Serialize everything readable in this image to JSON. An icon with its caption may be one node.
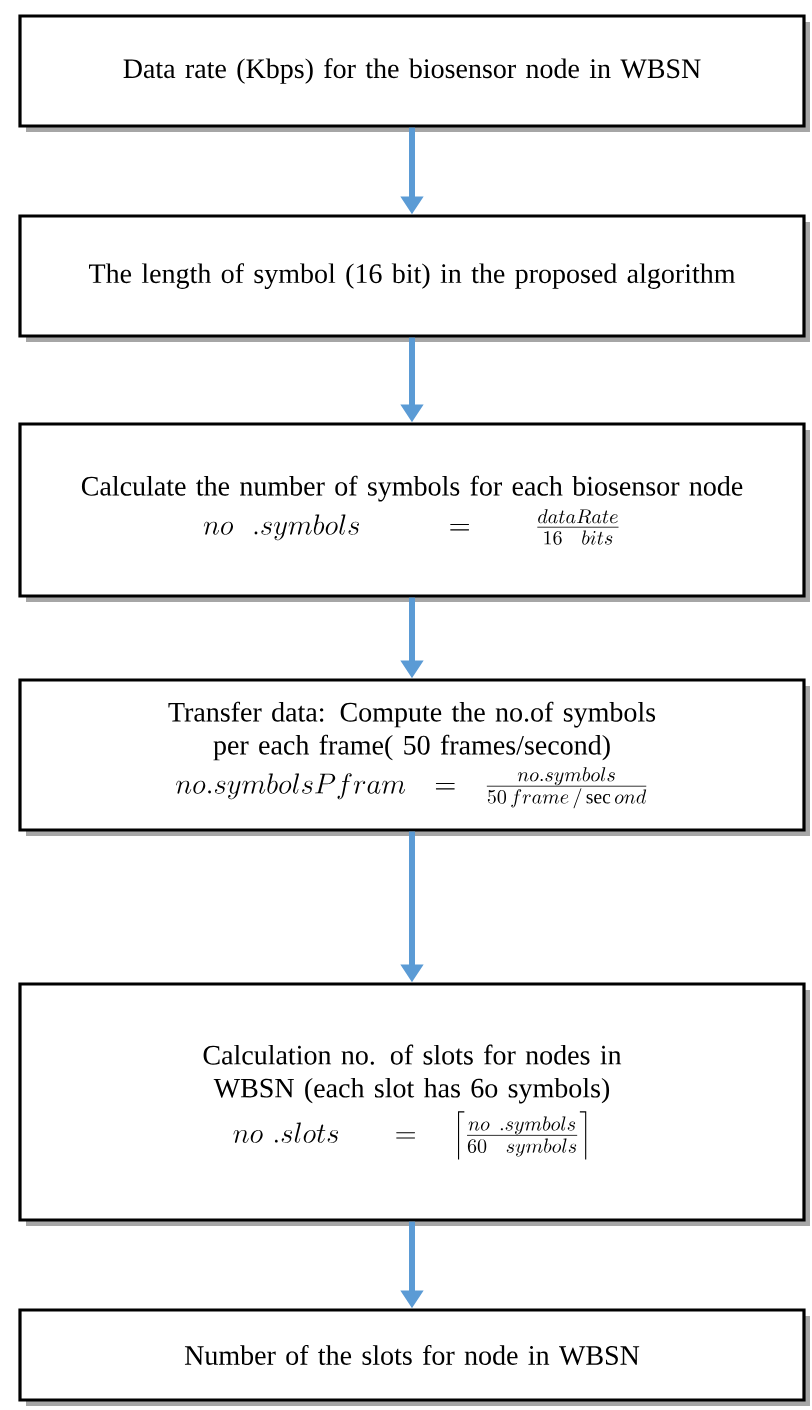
{
  "diagram": {
    "nodes": [
      {
        "text": [
          "Data rate (Kbps) for the biosensor node in WBSN"
        ]
      },
      {
        "text": [
          "The length of symbol (16 bit) in the proposed algorithm"
        ]
      },
      {
        "text": [
          "Calculate the number of symbols for each biosensor node",
          "no\\ \\ .symbols \\qquad = \\;\\frac{dataRate}{16\\ \\ bits}"
        ]
      },
      {
        "text": [
          "Transfer data: Compute the no.of symbols per each frame( 50 frames/second)",
          "no.symbolsPfram = \\frac{no.symbols}{50\\,frame\\,/\\,\\mathrm{sec}\\,ond}"
        ]
      },
      {
        "text": [
          "Calculation no. of slots for nodes in WBSN (each slot has 6o symbols)",
          "no\\ .slots \\ \\ = \\left\\lceil \\frac{no\\ .symbols}{60\\ \\ symbols} \\right\\rceil"
        ]
      },
      {
        "text": [
          "Number of the slots for node in WBSN"
        ]
      }
    ],
    "edges": [
      {
        "from": 0,
        "to": 1,
        "arrow": "to"
      },
      {
        "from": 1,
        "to": 2,
        "arrow": "to"
      },
      {
        "from": 2,
        "to": 3,
        "arrow": "to"
      },
      {
        "from": 3,
        "to": 4,
        "arrow": "to"
      },
      {
        "from": 4,
        "to": 5,
        "arrow": "to"
      }
    ]
  }
}
